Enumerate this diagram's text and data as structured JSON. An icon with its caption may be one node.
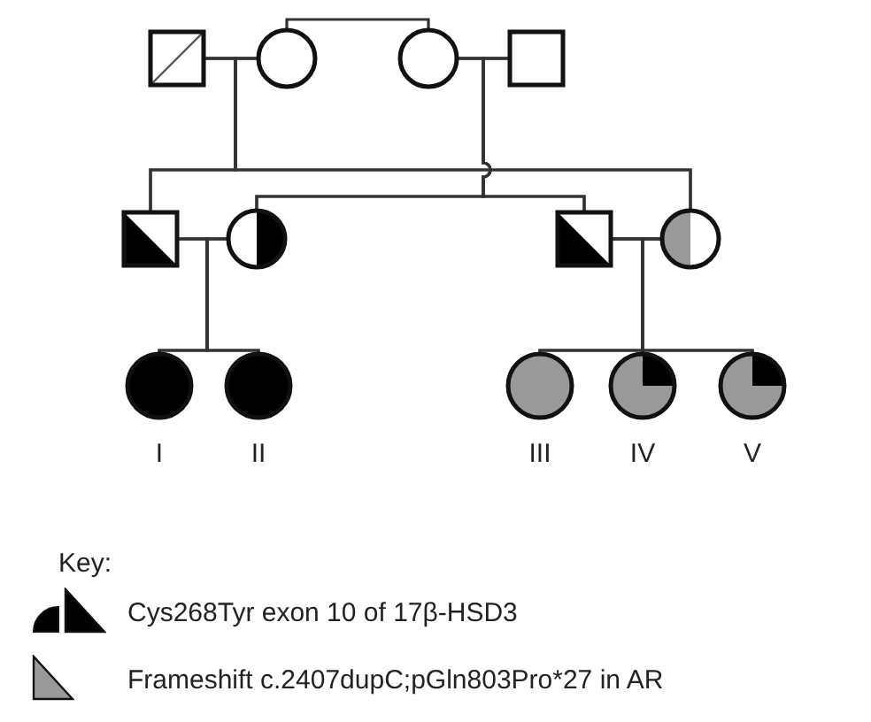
{
  "diagram": {
    "nodes": [
      {
        "text": [],
        "shape": "box"
      },
      {
        "text": [],
        "shape": "circle"
      },
      {
        "text": [],
        "shape": "circle"
      },
      {
        "text": [],
        "shape": "box"
      },
      {
        "text": [],
        "shape": "box"
      },
      {
        "text": [],
        "shape": "circle"
      },
      {
        "text": [],
        "shape": "box"
      },
      {
        "text": [],
        "shape": "circle"
      },
      {
        "text": [],
        "shape": "circle",
        "beside": [
          "I"
        ]
      },
      {
        "text": [],
        "shape": "circle",
        "beside": [
          "II"
        ]
      },
      {
        "text": [],
        "shape": "circle",
        "beside": [
          "III"
        ]
      },
      {
        "text": [],
        "shape": "circle",
        "beside": [
          "IV"
        ]
      },
      {
        "text": [],
        "shape": "circle",
        "beside": [
          "V"
        ]
      }
    ],
    "edges": [
      {
        "from": 0,
        "to": 1,
        "arrow": "none"
      },
      {
        "from": 1,
        "to": 2,
        "arrow": "none"
      },
      {
        "from": 2,
        "to": 3,
        "arrow": "none"
      },
      {
        "from": 0,
        "to": 4,
        "arrow": "none"
      },
      {
        "from": 0,
        "to": 7,
        "arrow": "none"
      },
      {
        "from": 1,
        "to": 4,
        "arrow": "none"
      },
      {
        "from": 1,
        "to": 7,
        "arrow": "none"
      },
      {
        "from": 2,
        "to": 5,
        "arrow": "none"
      },
      {
        "from": 2,
        "to": 6,
        "arrow": "none"
      },
      {
        "from": 3,
        "to": 5,
        "arrow": "none"
      },
      {
        "from": 3,
        "to": 6,
        "arrow": "none"
      },
      {
        "from": 4,
        "to": 5,
        "arrow": "none"
      },
      {
        "from": 6,
        "to": 7,
        "arrow": "none"
      },
      {
        "from": 4,
        "to": 8,
        "arrow": "none"
      },
      {
        "from": 4,
        "to": 9,
        "arrow": "none"
      },
      {
        "from": 5,
        "to": 8,
        "arrow": "none"
      },
      {
        "from": 5,
        "to": 9,
        "arrow": "none"
      },
      {
        "from": 6,
        "to": 10,
        "arrow": "none"
      },
      {
        "from": 6,
        "to": 11,
        "arrow": "none"
      },
      {
        "from": 6,
        "to": 12,
        "arrow": "none"
      },
      {
        "from": 7,
        "to": 10,
        "arrow": "none"
      },
      {
        "from": 7,
        "to": 11,
        "arrow": "none"
      },
      {
        "from": 7,
        "to": 12,
        "arrow": "none"
      }
    ],
    "labels": [
      "Key:"
    ],
    "legend": [
      {
        "text": "Cys268Tyr exon 10 of 17β-HSD3",
        "color": "#000000"
      },
      {
        "text": "Frameshift c.2407dupC;pGln803Pro*27 in AR",
        "color": "#999999"
      }
    ]
  }
}
